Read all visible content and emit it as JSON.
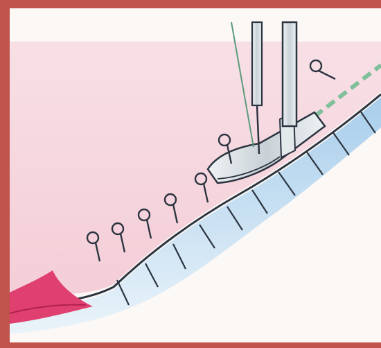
{
  "image": {
    "subject": "sewing-illustration",
    "colors": {
      "frame": "#c0544c",
      "paper": "#fbf8f6",
      "pink_fabric": "#f3c6d2",
      "pink_light": "#f7dbe3",
      "magenta_fabric": "#e0406f",
      "blue_fabric": "#a9d0ec",
      "blue_light": "#d7ebf7",
      "line_dark": "#2c3440",
      "foot_metal": "#d8dee2",
      "stitch_green": "#7fbf9a"
    },
    "pins": 7,
    "stitch_marks": 10
  }
}
